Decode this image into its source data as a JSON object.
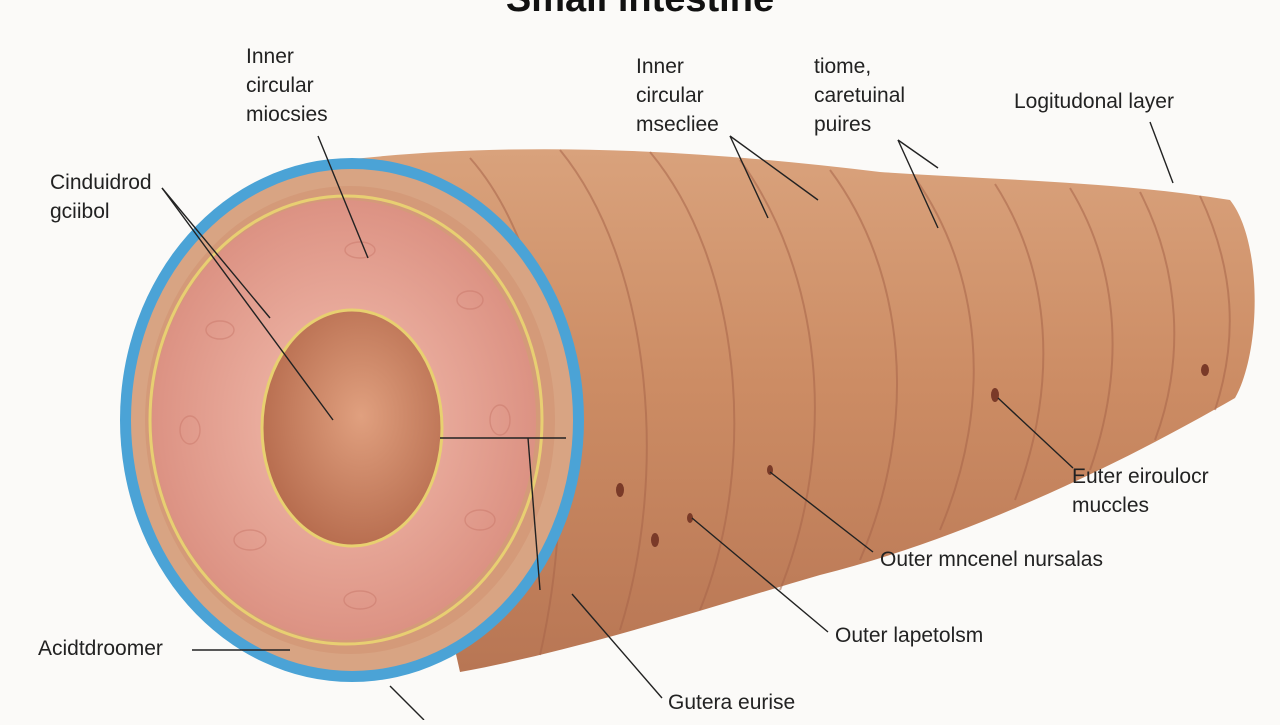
{
  "diagram": {
    "title": "Small intestine",
    "labels": {
      "inner_circular_left": "Inner\ncircular\nmiocsies",
      "circular_gland": "Cinduidrod\ngciibol",
      "inner_circular_mid": "Inner\ncircular\nmsecliee",
      "tiome_caretunal": "tiome,\ncaretuinal\npuires",
      "longitudinal_layer": "Logitudonal layer",
      "euter_circular": "Euter eiroulocr\nmuccles",
      "outer_mucosal": "Outer mncenel nursalas",
      "outer_kapetoism": "Outer lapetolsm",
      "gutera_eurise": "Gutera eurise",
      "adventitia": "Acidtdroomer"
    },
    "colors": {
      "background": "#fbfaf8",
      "serosa_blue": "#4ba3d6",
      "muscle_tan": "#c98a61",
      "mucosa_pink": "#e5a194",
      "lumen": "#c97a5b",
      "leader_line": "#222222"
    }
  }
}
